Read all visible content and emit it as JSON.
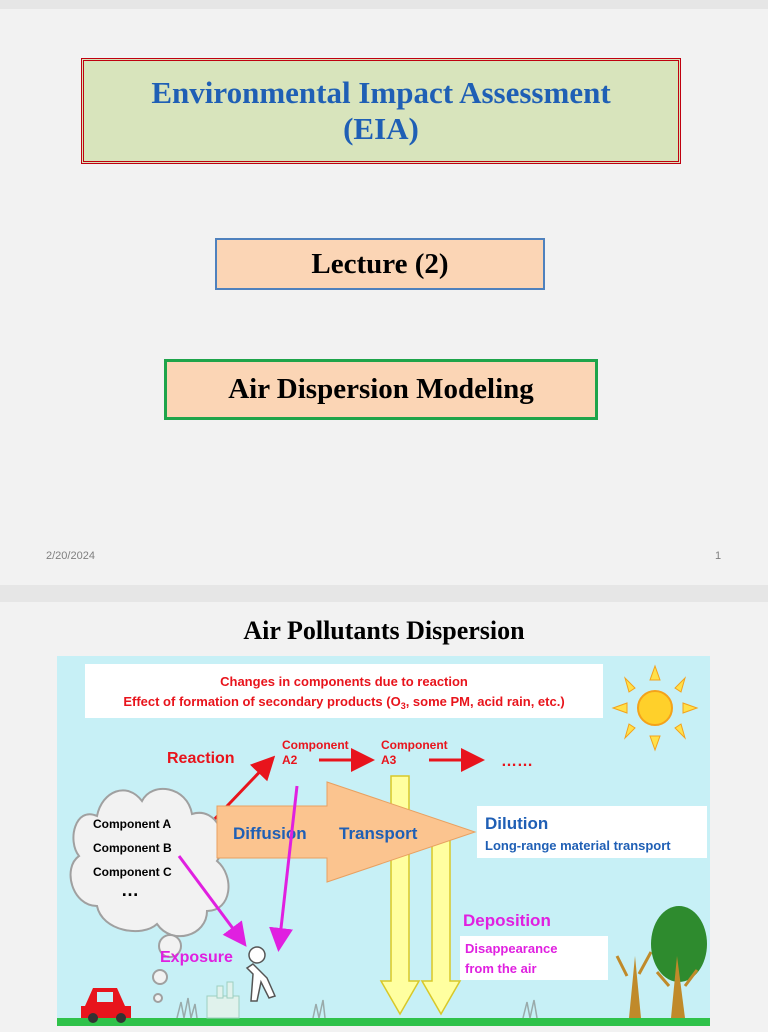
{
  "slide1": {
    "title_line1": "Environmental Impact Assessment",
    "title_line2": "(EIA)",
    "lecture": "Lecture (2)",
    "topic": "Air Dispersion Modeling",
    "date": "2/20/2024",
    "page_number": "1"
  },
  "slide2": {
    "title": "Air Pollutants Dispersion",
    "diagram": {
      "banner_line1": "Changes in components due to reaction",
      "banner_line2_pre": "Effect of formation of secondary products (O",
      "banner_line2_sub": "3",
      "banner_line2_post": ", some PM, acid rain, etc.)",
      "reaction": "Reaction",
      "component_a2_l1": "Component",
      "component_a2_l2": "A2",
      "component_a3_l1": "Component",
      "component_a3_l2": "A3",
      "ellipsis": "……",
      "component_a": "Component A",
      "component_b": "Component B",
      "component_c": "Component C",
      "cloud_dots": "…",
      "diffusion": "Diffusion",
      "transport": "Transport",
      "dilution": "Dilution",
      "long_range": "Long-range material transport",
      "deposition": "Deposition",
      "disappearance_l1": "Disappearance",
      "disappearance_l2": "from the air",
      "exposure": "Exposure"
    }
  }
}
